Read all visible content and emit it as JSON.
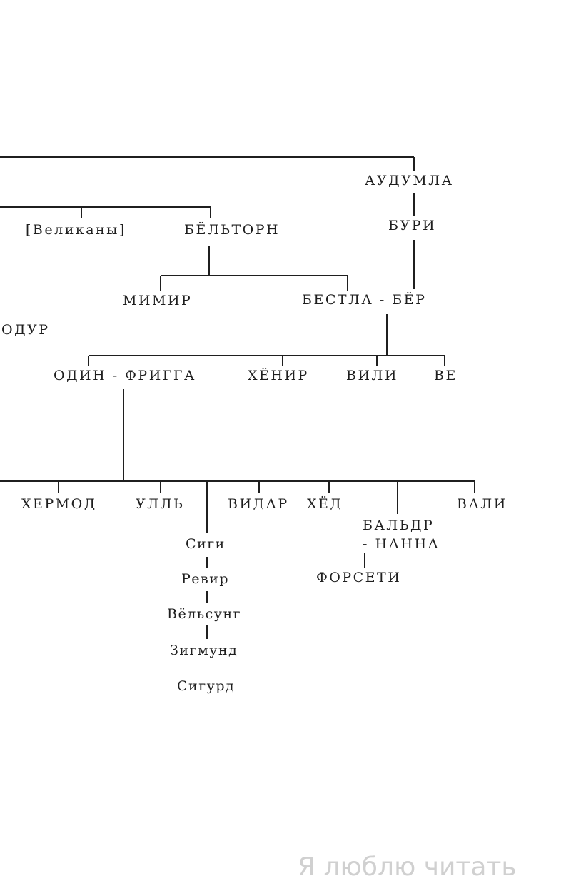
{
  "colors": {
    "line": "#1f1f1f",
    "text": "#1f1f1f",
    "watermark": "#d0d0d0"
  },
  "nodes": {
    "audumla": "АУДУМЛА",
    "buri": "БУРИ",
    "giants": "[Великаны]",
    "bolthorn": "БЁЛЬТОРН",
    "mimir": "МИМИР",
    "bestla_bor": "БЕСТЛА - БЁР",
    "odur": "ОДУР",
    "odin_frigg": "ОДИН - ФРИГГА",
    "hoenir": "ХЁНИР",
    "vili": "ВИЛИ",
    "ve": "ВЕ",
    "hermod": "ХЕРМОД",
    "ull": "УЛЛЬ",
    "vidar": "ВИДАР",
    "hod": "ХЁД",
    "baldr_1": "БАЛЬДР",
    "baldr_2": "- НАННА",
    "vali": "ВАЛИ",
    "sigi": "Сиги",
    "rerir": "Ревир",
    "volsung": "Вёльсунг",
    "sigmund": "Зигмунд",
    "sigurd": "Сигурд",
    "forseti": "ФОРСЕТИ"
  },
  "watermark": "Я люблю читать"
}
